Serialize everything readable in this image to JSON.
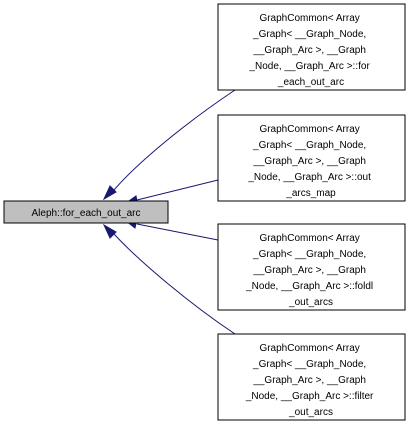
{
  "root": {
    "label": "Aleph::for_each_out_arc",
    "fill": "#bfbfbf"
  },
  "children": [
    {
      "lines": [
        "GraphCommon< Array",
        "_Graph< __Graph_Node,",
        "__Graph_Arc >, __Graph",
        "_Node, __Graph_Arc >::for",
        "_each_out_arc"
      ]
    },
    {
      "lines": [
        "GraphCommon< Array",
        "_Graph< __Graph_Node,",
        "__Graph_Arc >, __Graph",
        "_Node, __Graph_Arc >::out",
        "_arcs_map"
      ]
    },
    {
      "lines": [
        "GraphCommon< Array",
        "_Graph< __Graph_Node,",
        "__Graph_Arc >, __Graph",
        "_Node, __Graph_Arc >::foldl",
        "_out_arcs"
      ]
    },
    {
      "lines": [
        "GraphCommon< Array",
        "_Graph< __Graph_Node,",
        "__Graph_Arc >, __Graph",
        "_Node, __Graph_Arc >::filter",
        "_out_arcs"
      ]
    }
  ],
  "colors": {
    "edge": "#191970",
    "node_border": "#000000",
    "node_fill": "#ffffff",
    "root_fill": "#bfbfbf"
  }
}
